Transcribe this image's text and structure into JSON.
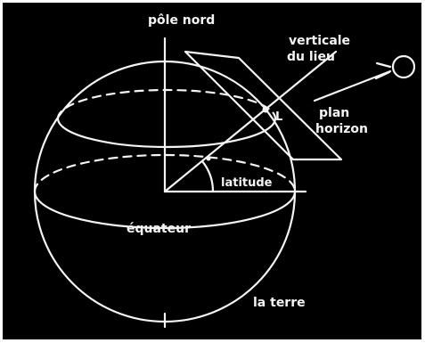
{
  "diagram": {
    "labels": {
      "north_pole": "pôle nord",
      "vertical_line1": "verticale",
      "vertical_line2": "du lieu",
      "plan_line1": "plan",
      "plan_line2": "horizon",
      "point_L": "L",
      "latitude": "latitude",
      "equator": "équateur",
      "earth": "la terre"
    },
    "colors": {
      "background": "#000000",
      "ink": "#f4f4f4",
      "frame": "#ffffff"
    }
  }
}
